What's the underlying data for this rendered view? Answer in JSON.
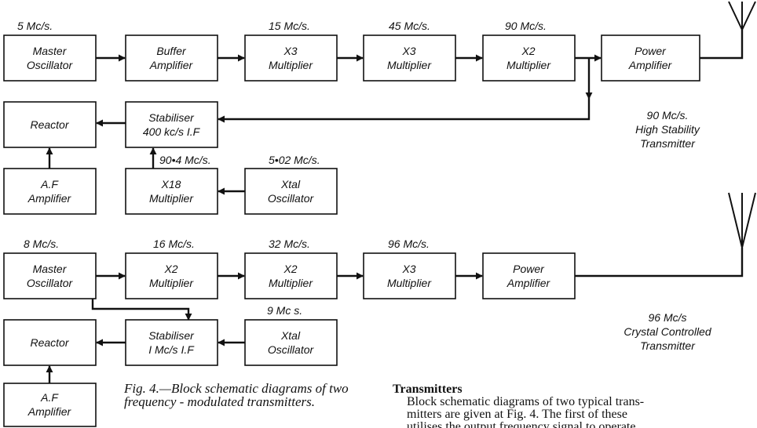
{
  "diagram_top": {
    "blocks": {
      "master": [
        "Master",
        "Oscillator"
      ],
      "buffer": [
        "Buffer",
        "Amplifier"
      ],
      "mult1": [
        "X3",
        "Multiplier"
      ],
      "mult2": [
        "X3",
        "Multiplier"
      ],
      "mult3": [
        "X2",
        "Multiplier"
      ],
      "power": [
        "Power",
        "Amplifier"
      ],
      "reactor": [
        "Reactor"
      ],
      "stabiliser": [
        "Stabiliser",
        "400 kc/s I.F"
      ],
      "af": [
        "A.F",
        "Amplifier"
      ],
      "x18": [
        "X18",
        "Multiplier"
      ],
      "xtal": [
        "Xtal",
        "Oscillator"
      ]
    },
    "freqs": {
      "master": "5 Mc/s.",
      "mult1": "15 Mc/s.",
      "mult2": "45 Mc/s.",
      "mult3": "90 Mc/s.",
      "x18": "90•4 Mc/s.",
      "xtal": "5•02 Mc/s."
    },
    "description": [
      "90 Mc/s.",
      "High Stability",
      "Transmitter"
    ]
  },
  "diagram_bottom": {
    "blocks": {
      "master": [
        "Master",
        "Oscillator"
      ],
      "mult1": [
        "X2",
        "Multiplier"
      ],
      "mult2": [
        "X2",
        "Multiplier"
      ],
      "mult3": [
        "X3",
        "Multiplier"
      ],
      "power": [
        "Power",
        "Amplifier"
      ],
      "reactor": [
        "Reactor"
      ],
      "stabiliser": [
        "Stabiliser",
        "I Mc/s I.F"
      ],
      "xtal": [
        "Xtal",
        "Oscillator"
      ],
      "af": [
        "A.F",
        "Amplifier"
      ]
    },
    "freqs": {
      "master": "8 Mc/s.",
      "mult1": "16 Mc/s.",
      "mult2": "32 Mc/s.",
      "mult3": "96 Mc/s.",
      "xtal": "9 Mc s."
    },
    "description": [
      "96 Mc/s",
      "Crystal Controlled",
      "Transmitter"
    ]
  },
  "caption": {
    "prefix": "Fig. 4.",
    "text": "—Block schematic diagrams of two frequency - modulated transmitters."
  },
  "article": {
    "heading": "Transmitters",
    "lines": [
      "Block schematic diagrams of two typical trans-",
      "mitters are given at Fig. 4. The first of these",
      "utilises the output frequency signal to operate"
    ]
  }
}
